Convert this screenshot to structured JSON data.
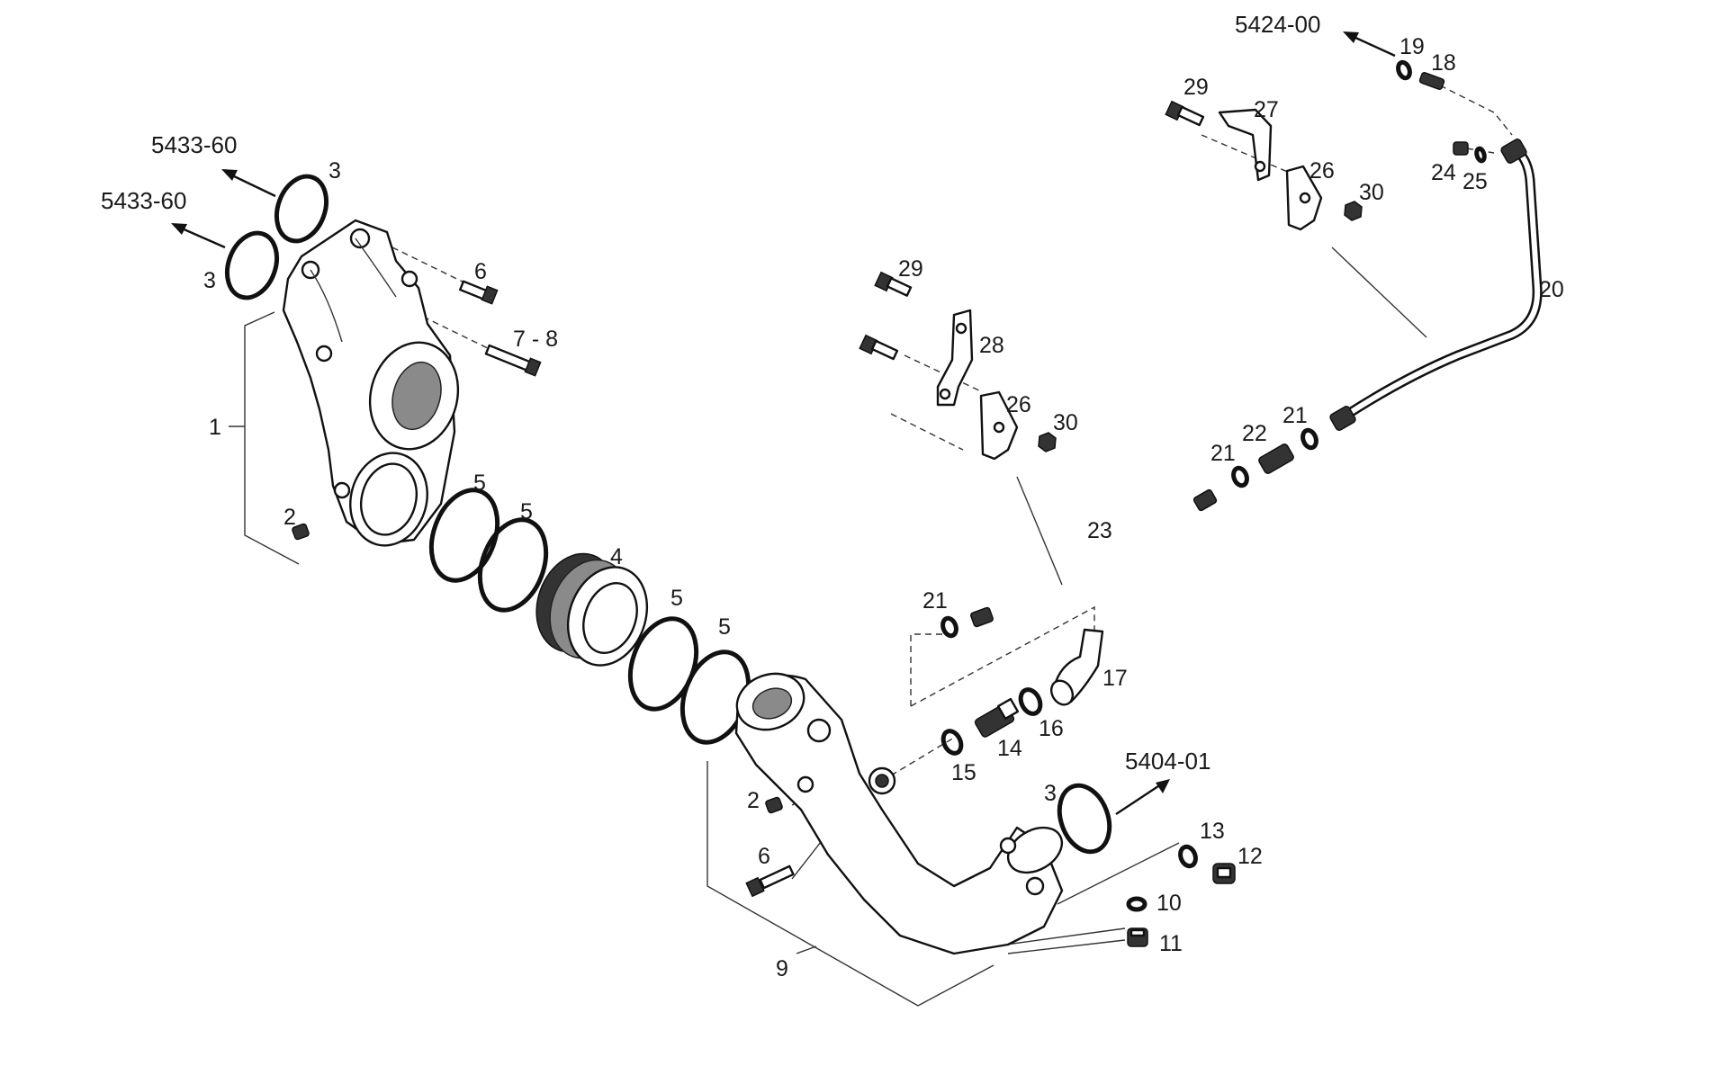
{
  "figure": {
    "references": {
      "top_left_upper": "5433-60",
      "top_left_lower": "5433-60",
      "top_right": "5424-00",
      "center_right": "5404-01"
    },
    "callouts": {
      "c1": "1",
      "c2a": "2",
      "c2b": "2",
      "c3a": "3",
      "c3b": "3",
      "c3c": "3",
      "c4": "4",
      "c5a": "5",
      "c5b": "5",
      "c5c": "5",
      "c5d": "5",
      "c6a": "6",
      "c6b": "6",
      "c7_8": "7 - 8",
      "c9": "9",
      "c10": "10",
      "c11": "11",
      "c12": "12",
      "c13": "13",
      "c14": "14",
      "c15": "15",
      "c16": "16",
      "c17": "17",
      "c18": "18",
      "c19": "19",
      "c20": "20",
      "c21a": "21",
      "c21b": "21",
      "c21c": "21",
      "c22": "22",
      "c23": "23",
      "c24": "24",
      "c25": "25",
      "c26a": "26",
      "c26b": "26",
      "c27": "27",
      "c28": "28",
      "c29a": "29",
      "c29b": "29",
      "c30a": "30",
      "c30b": "30"
    }
  }
}
